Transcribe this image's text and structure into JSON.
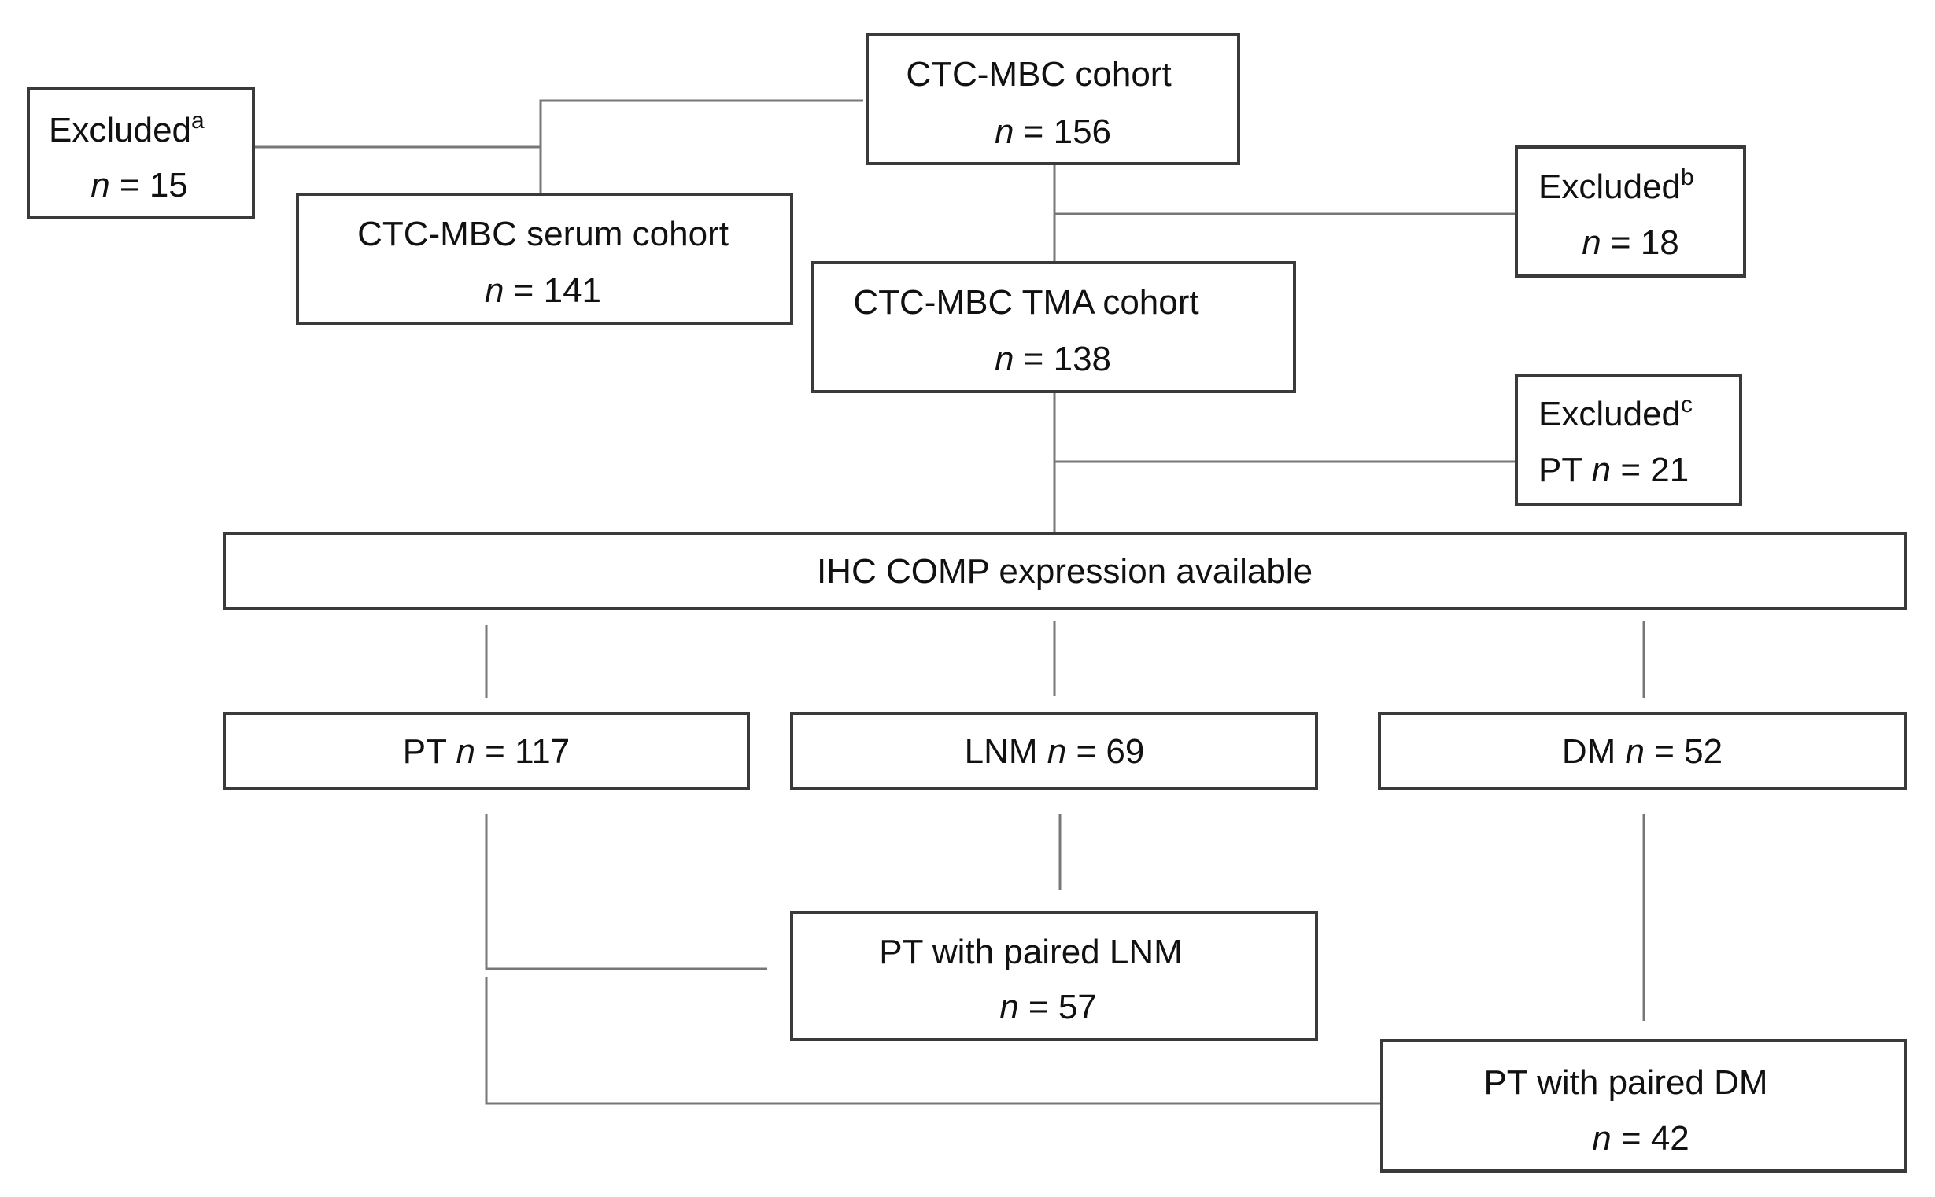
{
  "nodes": {
    "main_cohort": {
      "title": "CTC-MBC cohort",
      "n_label": "n",
      "n_value": " = 156"
    },
    "excluded_a": {
      "title": "Excluded",
      "note": "a",
      "n_label": "n",
      "n_value": " = 15"
    },
    "serum_cohort": {
      "title": "CTC-MBC serum cohort",
      "n_label": "n",
      "n_value": " = 141"
    },
    "excluded_b": {
      "title": "Excluded",
      "note": "b",
      "n_label": "n",
      "n_value": " = 18"
    },
    "tma_cohort": {
      "title": "CTC-MBC TMA cohort",
      "n_label": "n",
      "n_value": " = 138"
    },
    "excluded_c": {
      "title": "Excluded",
      "note": "c",
      "prefix": "PT ",
      "n_label": "n",
      "n_value": " = 21"
    },
    "ihc": {
      "title": "IHC COMP expression available"
    },
    "pt": {
      "prefix": "PT ",
      "n_label": "n",
      "n_value": " = 117"
    },
    "lnm": {
      "prefix": "LNM ",
      "n_label": "n",
      "n_value": " = 69"
    },
    "dm": {
      "prefix": "DM ",
      "n_label": "n",
      "n_value": " = 52"
    },
    "pt_lnm": {
      "title": "PT with paired LNM",
      "n_label": "n",
      "n_value": " = 57"
    },
    "pt_dm": {
      "title": "PT with paired DM",
      "n_label": "n",
      "n_value": " = 42"
    }
  }
}
